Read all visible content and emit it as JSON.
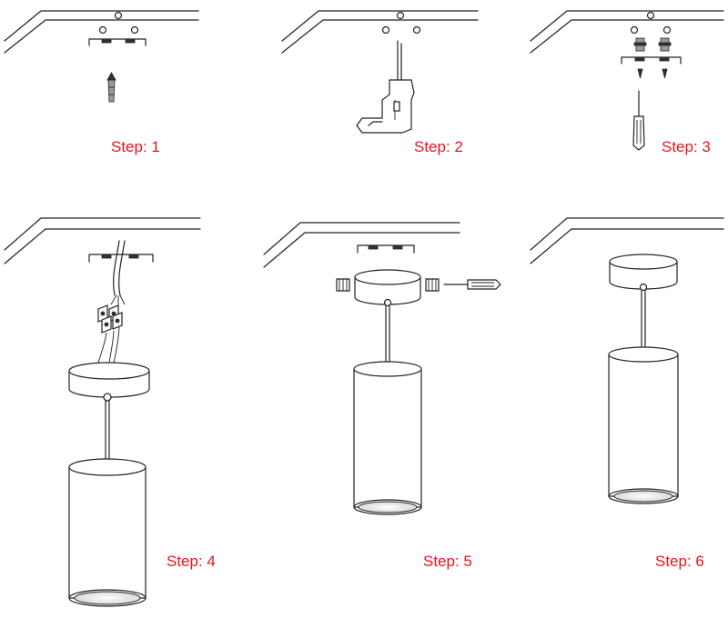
{
  "label_color": "#e8141b",
  "steps": [
    {
      "label": "Step: 1"
    },
    {
      "label": "Step: 2"
    },
    {
      "label": "Step: 3"
    },
    {
      "label": "Step: 4"
    },
    {
      "label": "Step: 5"
    },
    {
      "label": "Step: 6"
    }
  ]
}
